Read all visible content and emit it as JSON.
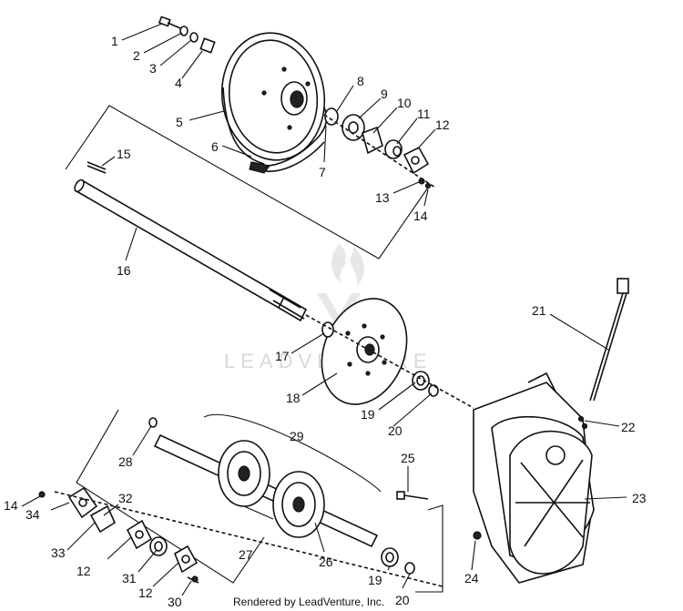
{
  "watermark": {
    "text": "LEADVENTURE"
  },
  "credit": "Rendered by LeadVenture, Inc.",
  "callouts": {
    "c1": "1",
    "c2": "2",
    "c3": "3",
    "c4": "4",
    "c5": "5",
    "c6": "6",
    "c7": "7",
    "c8": "8",
    "c9": "9",
    "c10": "10",
    "c11": "11",
    "c12a": "12",
    "c13": "13",
    "c14a": "14",
    "c15": "15",
    "c16": "16",
    "c17": "17",
    "c18": "18",
    "c19a": "19",
    "c20a": "20",
    "c21": "21",
    "c22": "22",
    "c23": "23",
    "c24": "24",
    "c25": "25",
    "c26": "26",
    "c27": "27",
    "c28": "28",
    "c29": "29",
    "c30": "30",
    "c31": "31",
    "c32": "32",
    "c33": "33",
    "c34": "34",
    "c12b": "12",
    "c12c": "12",
    "c14b": "14",
    "c19b": "19",
    "c20b": "20"
  }
}
